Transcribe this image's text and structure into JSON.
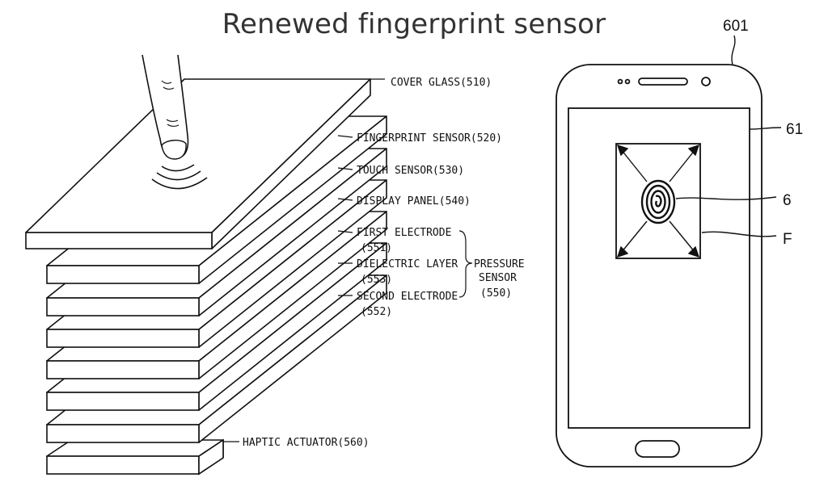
{
  "title": "Renewed fingerprint sensor",
  "stack": {
    "labels": {
      "cover_glass": "COVER GLASS(510)",
      "fingerprint_sensor": "FINGERPRINT SENSOR(520)",
      "touch_sensor": "TOUCH SENSOR(530)",
      "display_panel": "DISPLAY PANEL(540)",
      "first_electrode": "FIRST ELECTRODE",
      "first_electrode_num": "(551)",
      "dielectric_layer": "DIELECTRIC LAYER",
      "dielectric_layer_num": "(553)",
      "second_electrode": "SECOND ELECTRODE",
      "second_electrode_num": "(552)",
      "pressure_sensor_line1": "PRESSURE",
      "pressure_sensor_line2": "SENSOR",
      "pressure_sensor_num": "(550)",
      "haptic_actuator": "HAPTIC ACTUATOR(560)"
    }
  },
  "phone": {
    "ref_device": "601",
    "ref_display": "61",
    "ref_fingerprint": "6",
    "ref_area": "F"
  },
  "colors": {
    "line": "#111111",
    "title": "#333333",
    "background": "#ffffff"
  }
}
